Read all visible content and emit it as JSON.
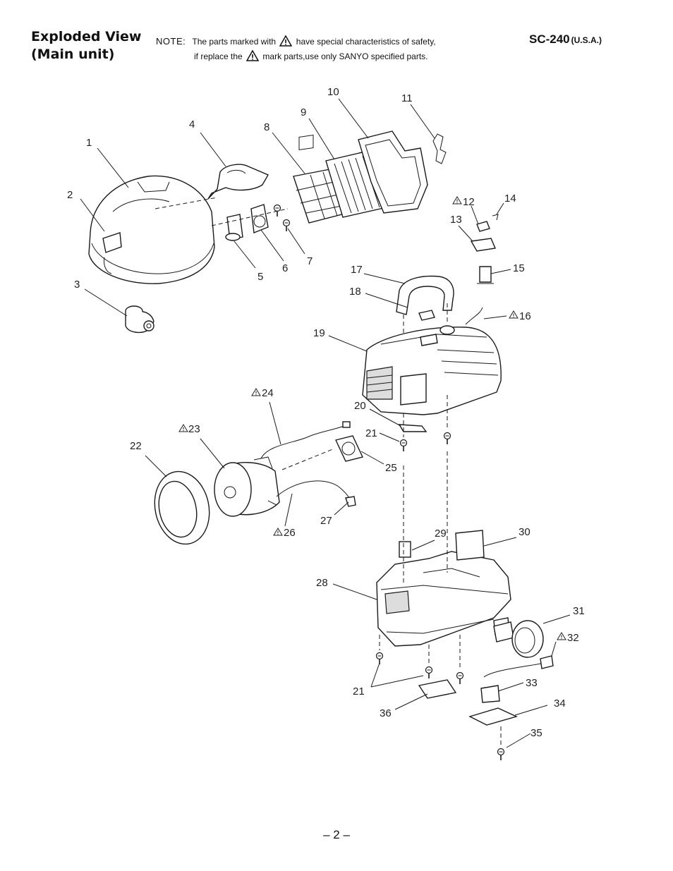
{
  "header": {
    "title_line1": "Exploded View",
    "title_line2": "(Main unit)",
    "note_label": "NOTE:",
    "note_line1_a": "The parts marked with",
    "note_line1_b": "have special characteristics of safety,",
    "note_line2_a": "if replace the",
    "note_line2_b": "mark parts,use only SANYO specified parts.",
    "model": "SC-240",
    "region": "(U.S.A.)"
  },
  "callouts": {
    "c1": "1",
    "c2": "2",
    "c3": "3",
    "c4": "4",
    "c5": "5",
    "c6": "6",
    "c7": "7",
    "c8": "8",
    "c9": "9",
    "c10": "10",
    "c11": "11",
    "c12": "12",
    "c13": "13",
    "c14": "14",
    "c15": "15",
    "c16": "16",
    "c17": "17",
    "c18": "18",
    "c19": "19",
    "c20": "20",
    "c21a": "21",
    "c22": "22",
    "c23": "23",
    "c24": "24",
    "c25": "25",
    "c26": "26",
    "c27": "27",
    "c28": "28",
    "c29": "29",
    "c30": "30",
    "c31": "31",
    "c32": "32",
    "c33": "33",
    "c34": "34",
    "c35": "35",
    "c36": "36",
    "c21b": "21"
  },
  "footer": {
    "page": "– 2 –"
  },
  "icons": {
    "safety_mark": "warning-triangle-icon"
  }
}
